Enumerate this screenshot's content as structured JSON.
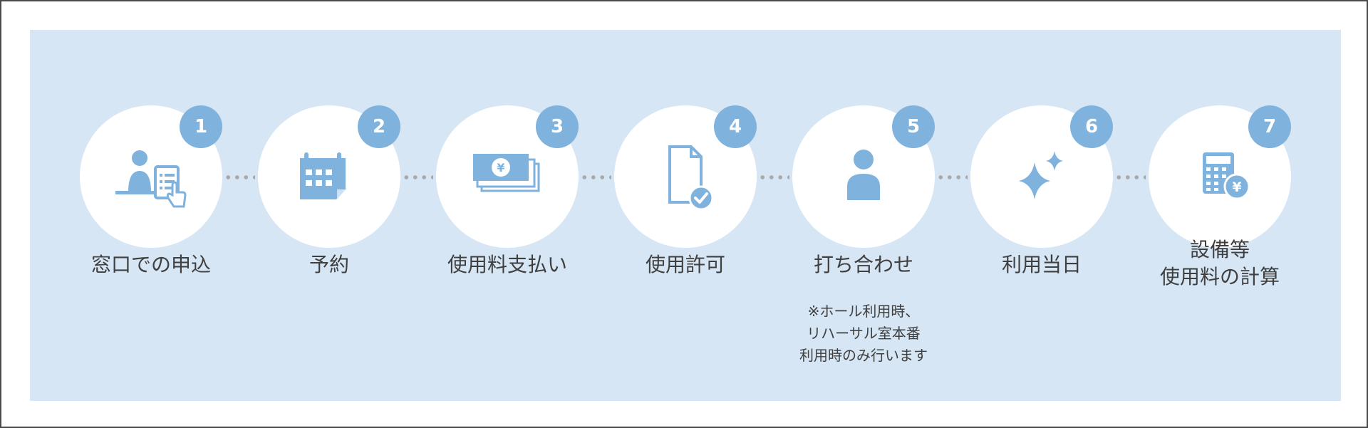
{
  "colors": {
    "accent": "#7fb2dc",
    "panel_bg": "#d6e6f4",
    "circle_bg": "#ffffff",
    "text": "#3f3f3f",
    "connector": "#a9a9a9"
  },
  "steps": [
    {
      "number": "1",
      "label": "窓口での申込",
      "icon": "counter-application-icon"
    },
    {
      "number": "2",
      "label": "予約",
      "icon": "calendar-icon"
    },
    {
      "number": "3",
      "label": "使用料支払い",
      "icon": "yen-bills-icon"
    },
    {
      "number": "4",
      "label": "使用許可",
      "icon": "document-check-icon"
    },
    {
      "number": "5",
      "label": "打ち合わせ",
      "icon": "person-icon",
      "note": "※ホール利用時、\nリハーサル室本番\n利用時のみ行います"
    },
    {
      "number": "6",
      "label": "利用当日",
      "icon": "sparkle-icon"
    },
    {
      "number": "7",
      "label": "設備等\n使用料の計算",
      "icon": "calculator-yen-icon"
    }
  ]
}
